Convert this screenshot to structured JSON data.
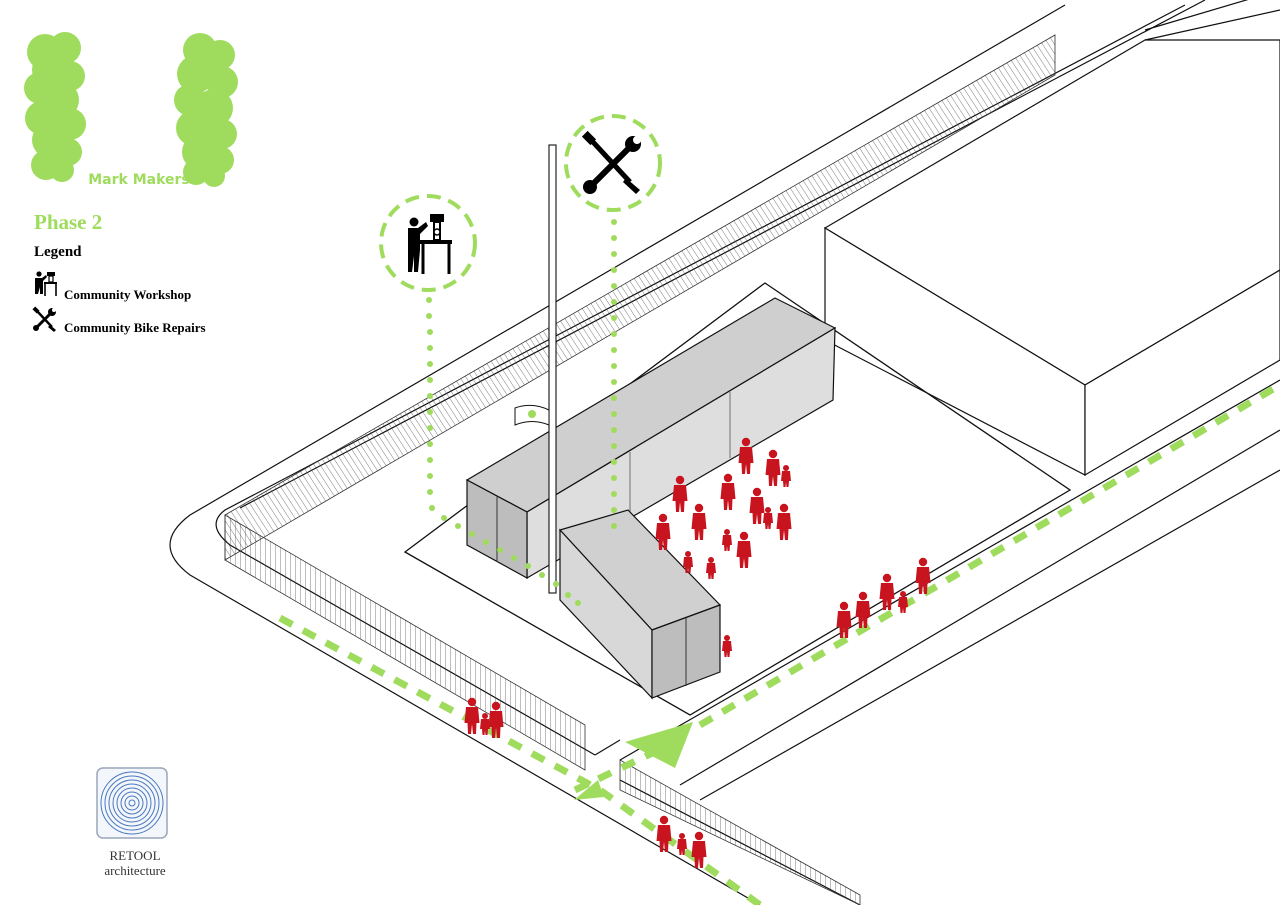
{
  "brand": {
    "name": "Mark Makers"
  },
  "phase": {
    "title": "Phase 2"
  },
  "legend": {
    "title": "Legend",
    "items": [
      {
        "label": "Community Workshop",
        "icon": "workshop-icon"
      },
      {
        "label": "Community Bike Repairs",
        "icon": "wrench-screwdriver-icon"
      }
    ]
  },
  "logo": {
    "line1": "RETOOL",
    "line2": "architecture",
    "icon": "concentric-circles-logo"
  },
  "colors": {
    "accent_green": "#9fdc5e",
    "people_red": "#c8141e",
    "outline": "#111111",
    "container_fill": "#d9d9d9"
  }
}
